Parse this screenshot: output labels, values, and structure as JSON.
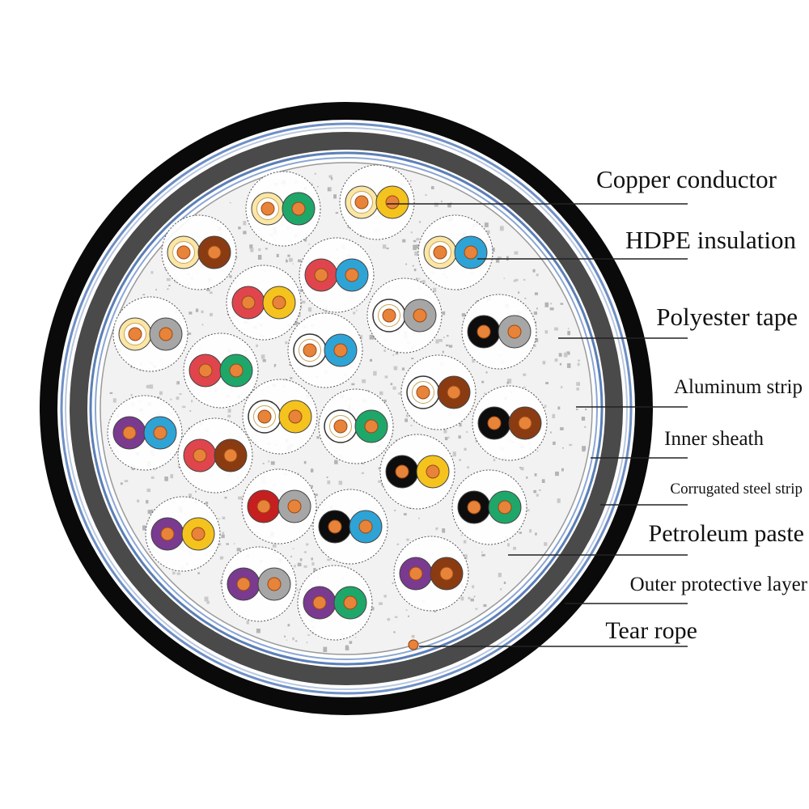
{
  "labels": {
    "copper_conductor": "Copper conductor",
    "hdpe_insulation": "HDPE insulation",
    "polyester_tape": "Polyester tape",
    "aluminum_strip": "Aluminum strip",
    "inner_sheath": "Inner sheath",
    "corrugated_steel_strip": "Corrugated steel strip",
    "petroleum_paste": "Petroleum paste",
    "outer_protective_layer": "Outer protective layer",
    "tear_rope": "Tear rope"
  },
  "colors": {
    "outer_jacket": "#0a0a0a",
    "inner_sheath": "#4a4a4a",
    "aluminum_strip": "#5b7fb8",
    "steel_strip": "#6f90c6",
    "petroleum_paste_fill": "#f2f2f2",
    "copper": "#e8833a",
    "tear_rope": "#e8833a",
    "insulation": {
      "cream": "#fbe6a6",
      "brown": "#8a3b12",
      "red": "#e0454d",
      "green": "#1fa76a",
      "yellow": "#f5c31d",
      "blue": "#2ea3d6",
      "gray": "#a6a6a6",
      "white": "#ffffff",
      "black": "#0d0d0d",
      "purple": "#7a3a8f",
      "darkred": "#c51f1f"
    }
  },
  "pairs": [
    {
      "left": "cream",
      "right": "green"
    },
    {
      "left": "cream",
      "right": "yellow"
    },
    {
      "left": "cream",
      "right": "brown"
    },
    {
      "left": "red",
      "right": "blue"
    },
    {
      "left": "cream",
      "right": "blue"
    },
    {
      "left": "red",
      "right": "yellow"
    },
    {
      "left": "white",
      "right": "gray"
    },
    {
      "left": "black",
      "right": "gray"
    },
    {
      "left": "cream",
      "right": "gray"
    },
    {
      "left": "white",
      "right": "blue"
    },
    {
      "left": "red",
      "right": "green"
    },
    {
      "left": "white",
      "right": "brown"
    },
    {
      "left": "purple",
      "right": "blue"
    },
    {
      "left": "white",
      "right": "yellow"
    },
    {
      "left": "white",
      "right": "green"
    },
    {
      "left": "black",
      "right": "brown"
    },
    {
      "left": "red",
      "right": "brown"
    },
    {
      "left": "black",
      "right": "yellow"
    },
    {
      "left": "darkred",
      "right": "gray"
    },
    {
      "left": "black",
      "right": "blue"
    },
    {
      "left": "black",
      "right": "green"
    },
    {
      "left": "purple",
      "right": "yellow"
    },
    {
      "left": "purple",
      "right": "gray"
    },
    {
      "left": "purple",
      "right": "green"
    },
    {
      "left": "purple",
      "right": "brown"
    }
  ]
}
